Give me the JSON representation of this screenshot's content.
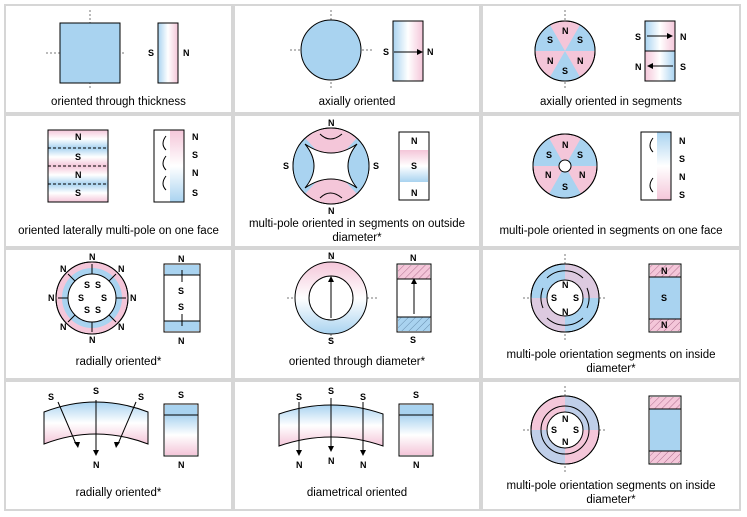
{
  "colors": {
    "blue": "#a9d3f0",
    "pink": "#f4c6d9",
    "grid": "#d6d6d6",
    "line": "#000000"
  },
  "pole": {
    "s": "S",
    "n": "N"
  },
  "captions": [
    "oriented through thickness",
    "axially oriented",
    "axially oriented in segments",
    "oriented laterally multi-pole on one face",
    "multi-pole oriented in segments on outside diameter*",
    "multi-pole oriented in segments on one face",
    "radially oriented*",
    "oriented through diameter*",
    "multi-pole orientation segments on inside diameter*",
    "radially oriented*",
    "diametrical oriented",
    "multi-pole orientation segments on inside diameter*"
  ]
}
